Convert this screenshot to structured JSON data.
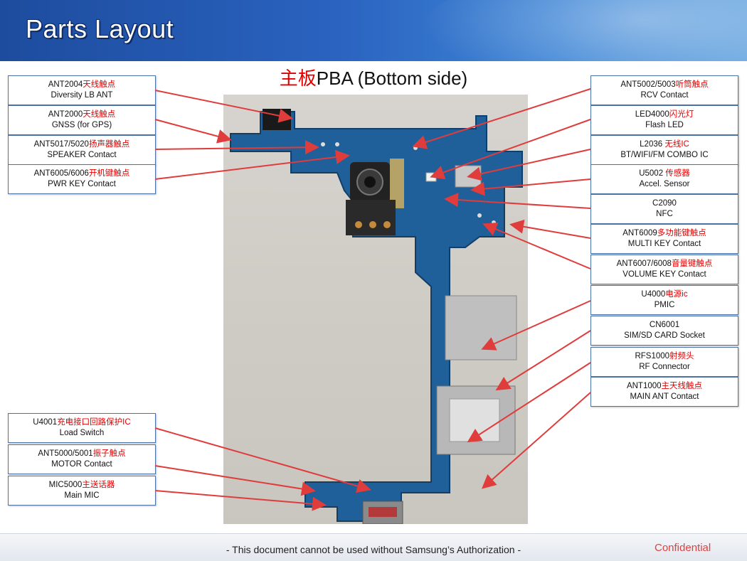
{
  "header": {
    "title": "Parts Layout"
  },
  "subtitle": {
    "cn": "主板",
    "en": "PBA (Bottom side)"
  },
  "left_labels": [
    {
      "code": "ANT2004",
      "cn": "天线触点",
      "en": "Diversity LB ANT"
    },
    {
      "code": "ANT2000",
      "cn": "天线触点",
      "en": "GNSS (for GPS)"
    },
    {
      "code": "ANT5017/5020",
      "cn": "扬声器触点",
      "en": "SPEAKER Contact"
    },
    {
      "code": "ANT6005/6006",
      "cn": "开机键触点",
      "en": "PWR KEY Contact"
    },
    {
      "code": "U4001",
      "cn": "充电接口回路保护IC",
      "en": "Load Switch"
    },
    {
      "code": "ANT5000/5001",
      "cn": "振子触点",
      "en": "MOTOR Contact"
    },
    {
      "code": "MIC5000",
      "cn": "主送话器",
      "en": "Main MIC"
    }
  ],
  "right_labels": [
    {
      "code": "ANT5002/5003",
      "cn": "听筒触点",
      "en": "RCV Contact"
    },
    {
      "code": "LED4000",
      "cn": "闪光灯",
      "en": "Flash LED"
    },
    {
      "code": "L2036 ",
      "cn": "无线IC",
      "en": "BT/WIFI/FM COMBO IC"
    },
    {
      "code": "U5002  ",
      "cn": "传感器",
      "en": "Accel. Sensor"
    },
    {
      "code": "C2090",
      "cn": "",
      "en": "NFC"
    },
    {
      "code": "ANT6009",
      "cn": "多功能键触点",
      "en": "MULTI KEY Contact"
    },
    {
      "code": "ANT6007/6008",
      "cn": "音量键触点",
      "en": "VOLUME KEY Contact"
    },
    {
      "code": "U4000",
      "cn": "电源ic",
      "en": "PMIC"
    },
    {
      "code": "CN6001",
      "cn": "",
      "en": "SIM/SD CARD Socket"
    },
    {
      "code": "RFS1000",
      "cn": "射频头",
      "en": "RF Connector"
    },
    {
      "code": "ANT1000",
      "cn": "主天线触点",
      "en": "MAIN ANT Contact"
    }
  ],
  "footer": {
    "note": "- This document cannot be used without Samsung’s Authorization -",
    "confidential": "Confidential"
  },
  "colors": {
    "arrow": "#e03c3c",
    "board": "#1f5f9a",
    "label_text_cn": "#e00000"
  }
}
